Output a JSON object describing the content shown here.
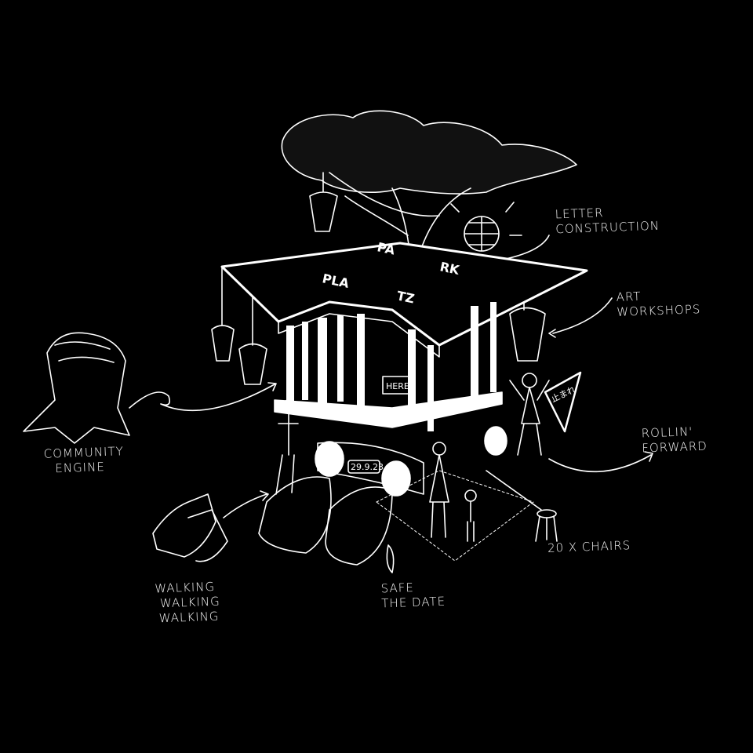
{
  "labels": {
    "letter_construction": [
      "LETTER",
      "CONSTRUCTION"
    ],
    "art_workshops": [
      "ART",
      "WORKSHOPS"
    ],
    "rollin_forward": [
      "ROLLIN'",
      "FORWARD"
    ],
    "chairs": "20 x CHAIRS",
    "safe_the_date": [
      "SAFE",
      "THE DATE"
    ],
    "walking": [
      "WALKING",
      "WALKING",
      "WALKING"
    ],
    "community_engine": [
      "COMMUNITY",
      "ENGINE"
    ]
  },
  "roof_letters": [
    "PLA",
    "TZ",
    "PA",
    "RK"
  ],
  "sign_here": "HERE",
  "date_plate": "29.9.23",
  "stop_sign": "止まれ",
  "colors": {
    "background": "#000000",
    "ink": "#ffffff"
  }
}
